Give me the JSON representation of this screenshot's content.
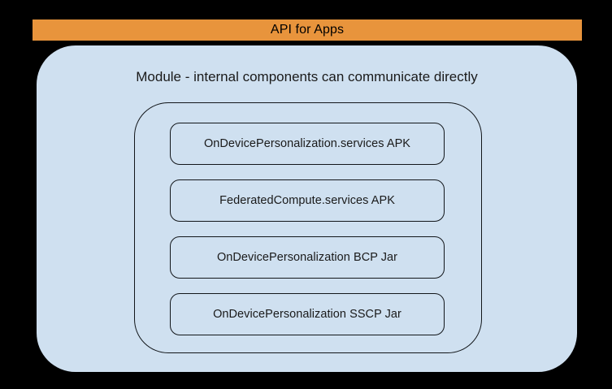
{
  "diagram": {
    "title": "API for Apps",
    "background_color": "#000000",
    "banner": {
      "label": "API for Apps",
      "fill_color": "#E8943C",
      "text_color": "#000000"
    },
    "module_panel": {
      "caption": "Module - internal components can communicate directly",
      "fill_color": "#CFE0F0",
      "text_color": "#1A1A1A"
    },
    "internal_group": {
      "stroke_color": "#12161A",
      "components": [
        {
          "label": "OnDevicePersonalization.services APK"
        },
        {
          "label": "FederatedCompute.services APK"
        },
        {
          "label": "OnDevicePersonalization BCP Jar"
        },
        {
          "label": "OnDevicePersonalization SSCP Jar"
        }
      ]
    }
  }
}
